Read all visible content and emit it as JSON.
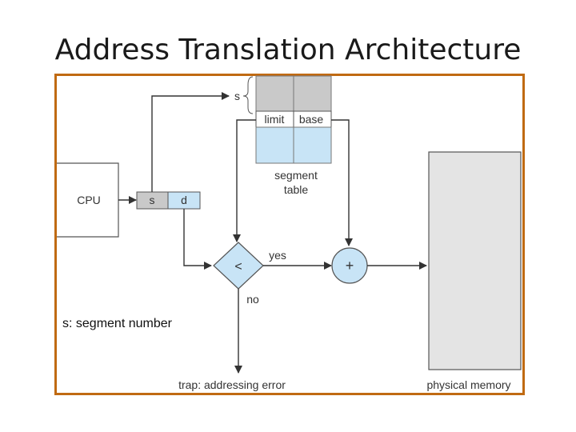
{
  "slide": {
    "title": "Address Translation Architecture"
  },
  "diagram": {
    "cpu_label": "CPU",
    "logical_address": {
      "s": "s",
      "d": "d"
    },
    "segment_pointer_label": "s",
    "table_headers": {
      "limit": "limit",
      "base": "base"
    },
    "table_caption_line1": "segment",
    "table_caption_line2": "table",
    "compare_symbol": "<",
    "adder_symbol": "+",
    "yes_label": "yes",
    "no_label": "no",
    "trap_label": "trap: addressing error",
    "memory_label": "physical memory",
    "colors": {
      "frame": "#c06a12",
      "table_shaded": "#c9c9c9",
      "table_highlight": "#c8e4f6",
      "node_fill": "#c8e4f6",
      "memory_fill": "#e4e4e4"
    }
  },
  "note": {
    "text": "s: segment number"
  }
}
